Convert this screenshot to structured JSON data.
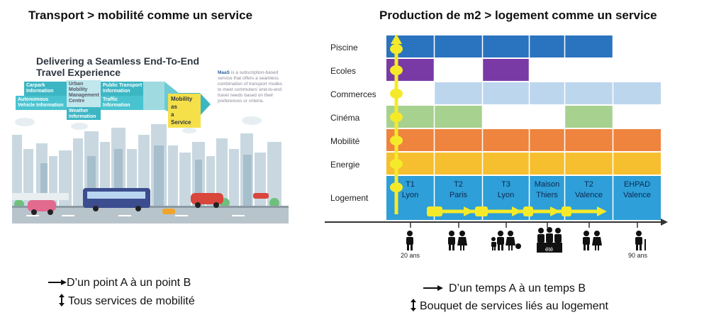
{
  "left": {
    "title": "Transport > mobilité comme un service",
    "image": {
      "heading_line1": "Delivering a Seamless End-To-End",
      "heading_line2": "Travel Experience",
      "info_boxes": [
        {
          "name": "carpark",
          "text": "Carpark Information"
        },
        {
          "name": "autonomous",
          "text": "Autonomous Vehicle Information"
        },
        {
          "name": "urban",
          "text": "Urban Mobility Management Centre"
        },
        {
          "name": "weather",
          "text": "Weather Information"
        },
        {
          "name": "public-transport",
          "text": "Public Transport Information"
        },
        {
          "name": "traffic",
          "text": "Traffic Information"
        }
      ],
      "maas_block": {
        "line1": "Mobility",
        "line2": "as",
        "line3": "a",
        "line4": "Service"
      },
      "description_title": "MaaS",
      "description": " is a subscription-based service that offers a seamless combination of transport modes to meet commuters' end-to-end travel needs based on their preferences or criteria."
    },
    "caption1": "D’un point A à un point B",
    "caption2": "Tous services de mobilité",
    "colors": {
      "teal": "#3db6c4",
      "maas_yellow": "#f6e04a",
      "road": "#b8c4cc"
    }
  },
  "right": {
    "title": "Production de m2 > logement comme un service",
    "rows": [
      {
        "label": "Piscine",
        "color": "#2a73bf"
      },
      {
        "label": "Ecoles",
        "color": "#7a3aa6"
      },
      {
        "label": "Commerces",
        "color": "#bcd6ee"
      },
      {
        "label": "Cinéma",
        "color": "#a7d18f"
      },
      {
        "label": "Mobilité",
        "color": "#ee843e"
      },
      {
        "label": "Energie",
        "color": "#f6bf2f"
      },
      {
        "label": "Logement",
        "color": "#2e9fd8"
      }
    ],
    "housing": [
      {
        "line1": "T1",
        "line2": "Lyon"
      },
      {
        "line1": "T2",
        "line2": "Paris"
      },
      {
        "line1": "T3",
        "line2": "Lyon"
      },
      {
        "line1": "Maison",
        "line2": "Thiers"
      },
      {
        "line1": "T2",
        "line2": "Valence"
      },
      {
        "line1": "EHPAD",
        "line2": "Valence"
      }
    ],
    "life_stages": [
      {
        "icon": "single-person-icon",
        "age": "20 ans"
      },
      {
        "icon": "couple-icon",
        "age": ""
      },
      {
        "icon": "family-icon",
        "age": ""
      },
      {
        "icon": "summer-family-icon",
        "age": "été"
      },
      {
        "icon": "senior-couple-icon",
        "age": ""
      },
      {
        "icon": "elderly-person-icon",
        "age": "90 ans"
      }
    ],
    "caption1": "D’un temps A à un temps B",
    "caption2": "Bouquet de services liés au logement",
    "colors": {
      "path": "#f5ea2a",
      "axis": "#333333"
    }
  }
}
